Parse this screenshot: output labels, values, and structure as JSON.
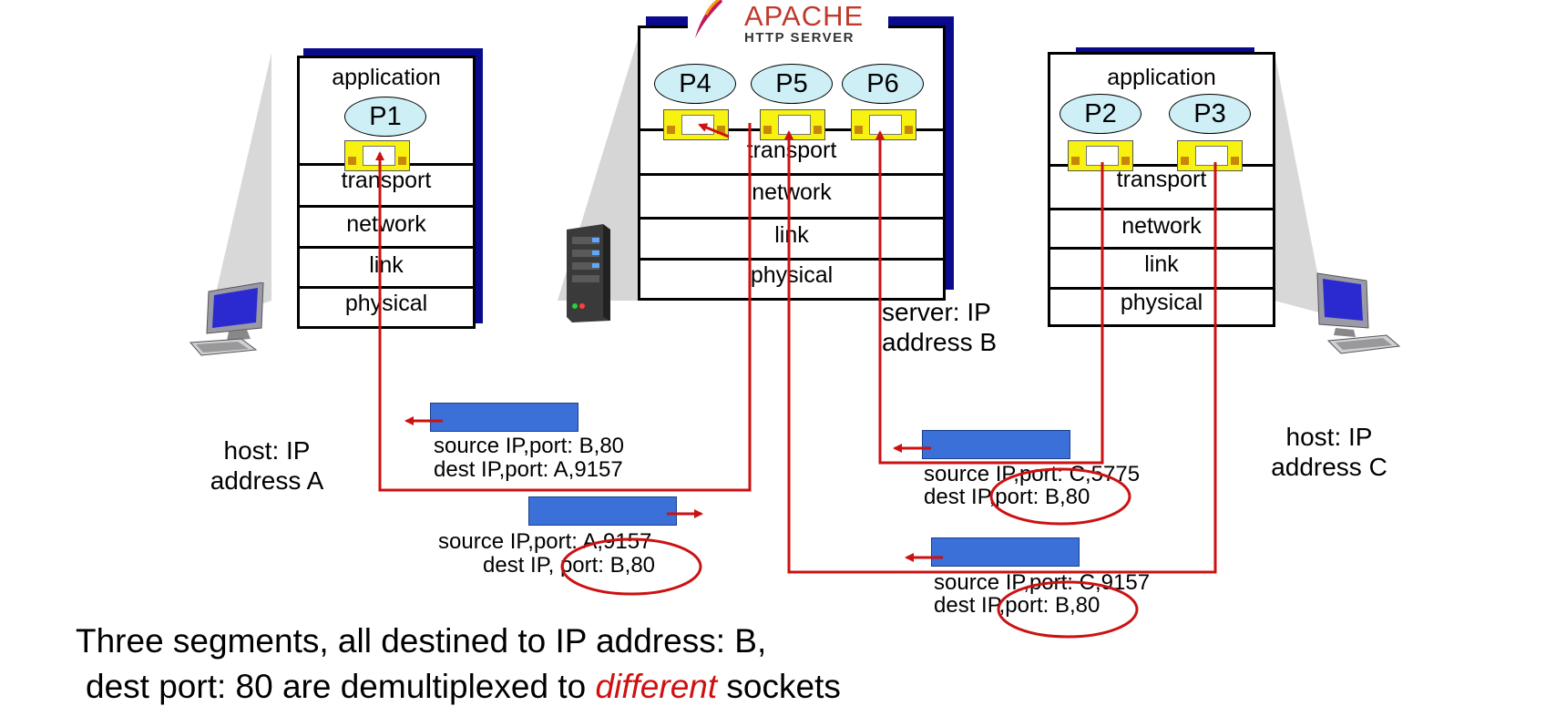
{
  "layers": {
    "application": "application",
    "transport": "transport",
    "network": "network",
    "link": "link",
    "physical": "physical"
  },
  "processes": {
    "p1": "P1",
    "p2": "P2",
    "p3": "P3",
    "p4": "P4",
    "p5": "P5",
    "p6": "P6"
  },
  "logo": {
    "name": "APACHE",
    "sub": "HTTP SERVER"
  },
  "hosts": {
    "a": {
      "line1": "host: IP",
      "line2": "address A"
    },
    "b": {
      "line1": "server: IP",
      "line2": "address B"
    },
    "c": {
      "line1": "host: IP",
      "line2": "address C"
    }
  },
  "segments": [
    {
      "src": "source IP,port: B,80",
      "dst": "dest IP,port: A,9157"
    },
    {
      "src": "source IP,port: A,9157",
      "dst": "dest IP, port: B,80"
    },
    {
      "src": "source IP,port: C,5775",
      "dst": "dest IP,port: B,80"
    },
    {
      "src": "source IP,port: C,9157",
      "dst": "dest IP,port: B,80"
    }
  ],
  "caption": {
    "line1": "Three segments, all destined to IP address: B,",
    "line2_pre": "dest port: 80 are demultiplexed to ",
    "line2_em": "different",
    "line2_post": " sockets"
  },
  "colors": {
    "arrow": "#cc1111",
    "segment": "#3a70d8",
    "process": "#cdeff5",
    "socket": "#f7f210",
    "stack_shadow": "#0a0a8c"
  }
}
